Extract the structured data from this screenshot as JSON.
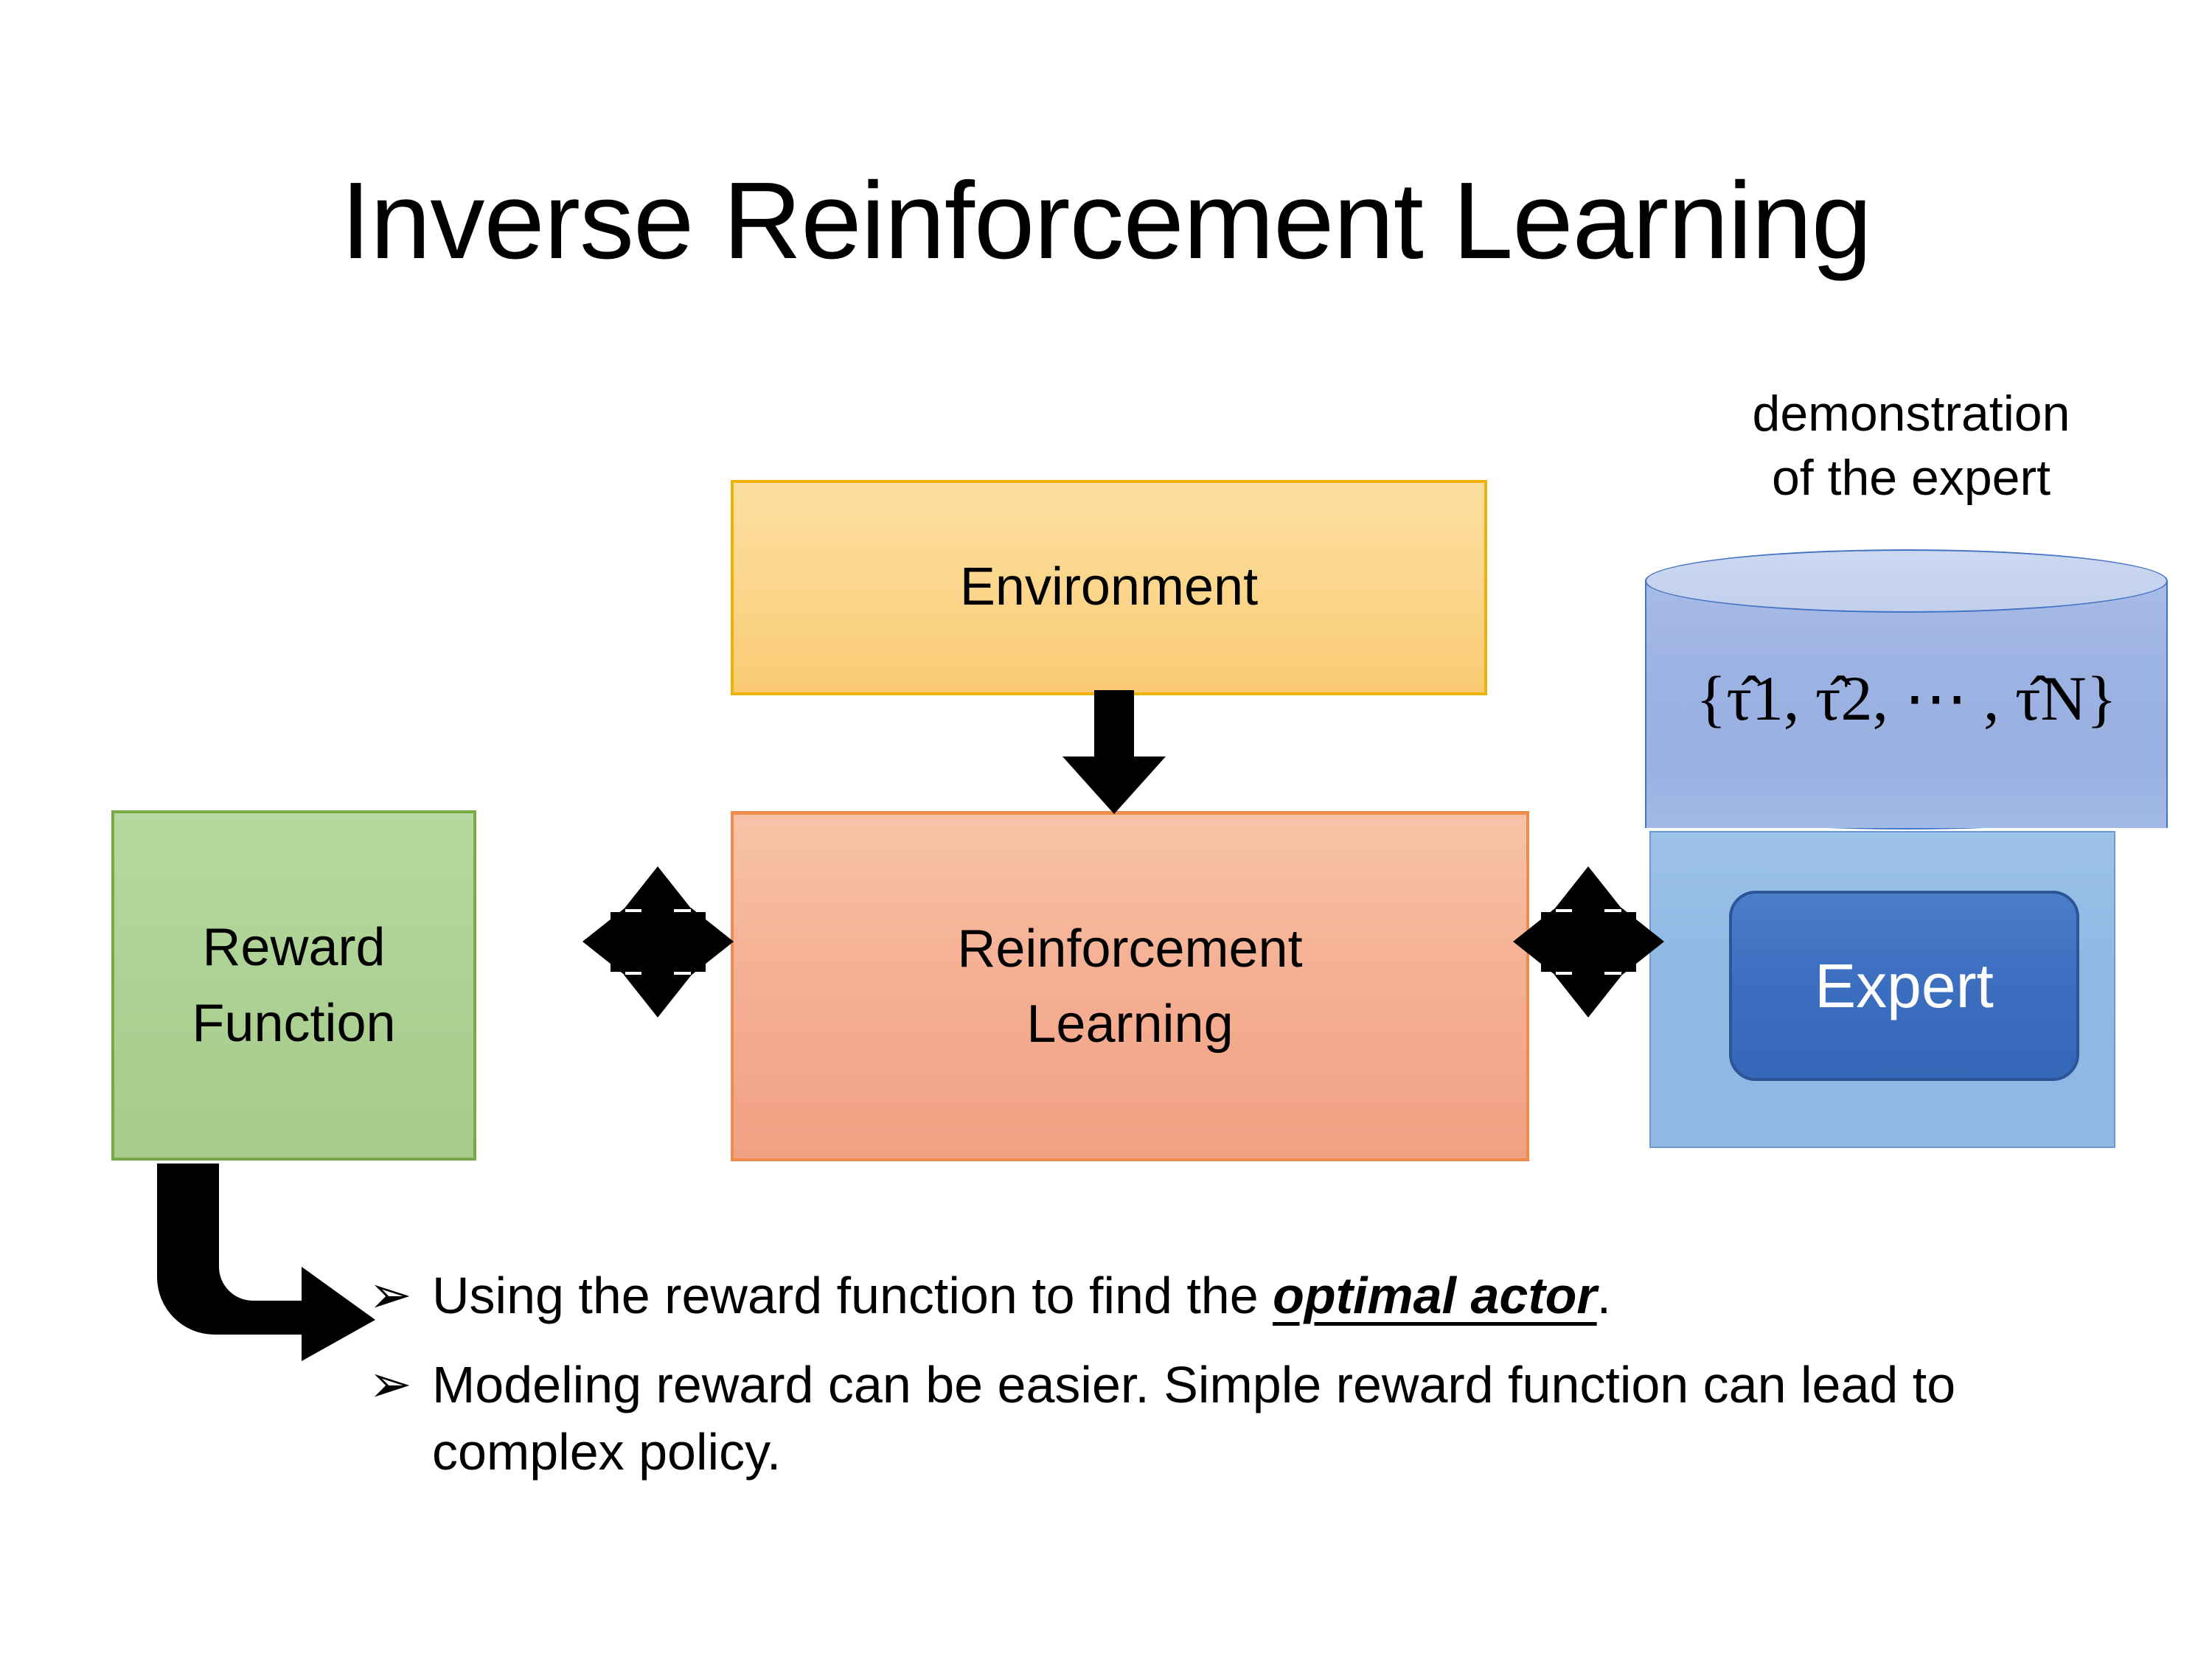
{
  "slide": {
    "title": "Inverse Reinforcement Learning",
    "background_color": "#FFFFFF"
  },
  "diagram": {
    "environment_box": {
      "label": "Environment",
      "fill_color": "#FBD58A",
      "border_color": "#EFB103"
    },
    "rl_box": {
      "line1": "Reinforcement",
      "line2": "Learning",
      "fill_color": "#F5B094",
      "border_color": "#EE8C4E"
    },
    "reward_box": {
      "line1": "Reward",
      "line2": "Function",
      "fill_color": "#ADD194",
      "border_color": "#77A946"
    },
    "expert_panel": {
      "fill_color": "#90B9E4",
      "border_color": "#6C9BD2",
      "button_label": "Expert",
      "button_fill_color": "#3C6FC0",
      "button_border_color": "#2B5597",
      "button_text_color": "#FFFFFF"
    },
    "demonstration_cylinder": {
      "caption_line1": "demonstration",
      "caption_line2": "of the expert",
      "trajectory_set": "{τ̂1, τ̂2, ⋯ , τ̂N}",
      "body_fill_color": "#9CB2E3",
      "top_fill_color": "#C6D2EE",
      "stroke_color": "#4472C4"
    },
    "arrows": [
      {
        "name": "environment-to-rl",
        "direction": "down",
        "color": "#000000"
      },
      {
        "name": "reward-rl-exchange",
        "direction": "four-way",
        "color": "#000000"
      },
      {
        "name": "rl-expert-exchange",
        "direction": "four-way",
        "color": "#000000"
      },
      {
        "name": "reward-to-bullets",
        "direction": "elbow-down-right",
        "color": "#000000"
      }
    ]
  },
  "bullets": {
    "marker": "➢",
    "items": [
      {
        "pre": "Using the reward function to find the ",
        "emphasis": "optimal actor",
        "post": "."
      },
      {
        "pre": "Modeling reward can be easier. Simple reward function can lead to complex policy.",
        "emphasis": "",
        "post": ""
      }
    ]
  }
}
